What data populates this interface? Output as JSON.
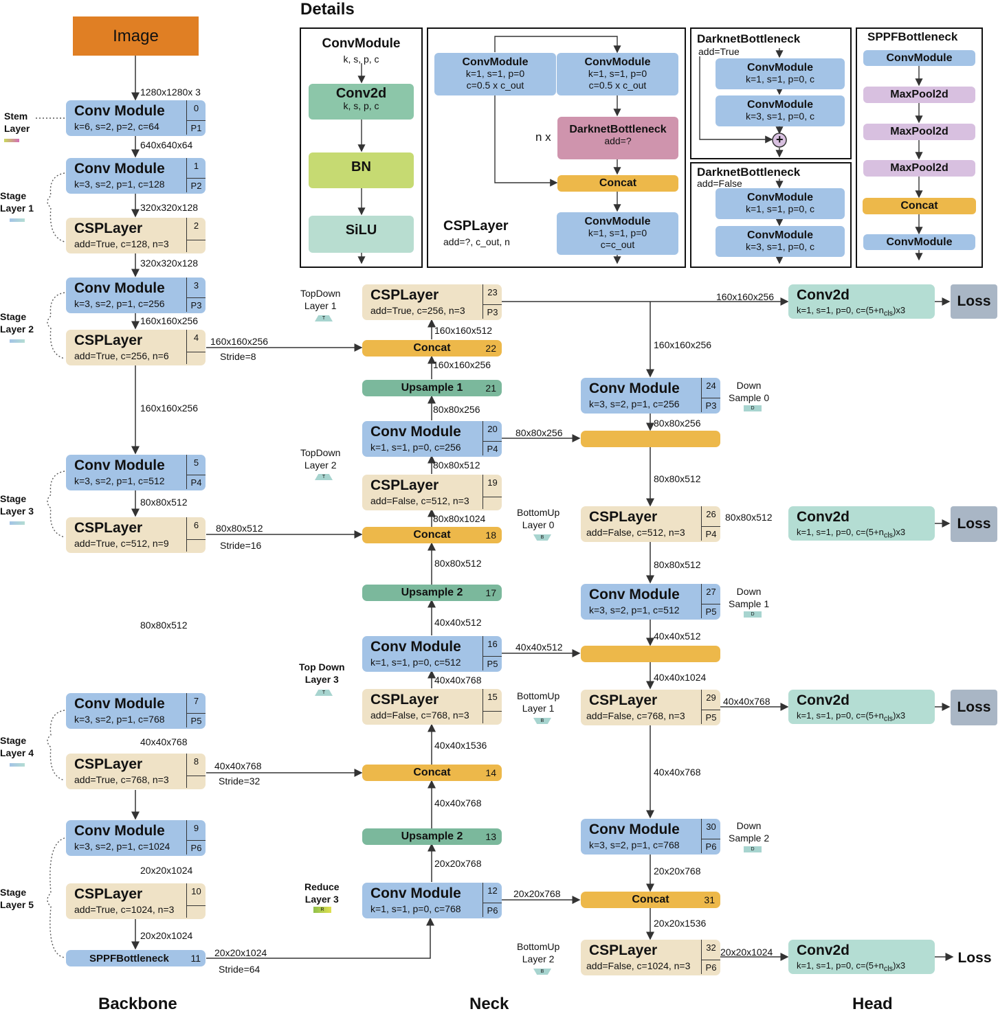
{
  "sections": {
    "backbone": "Backbone",
    "neck": "Neck",
    "head": "Head",
    "details": "Details"
  },
  "image": "Image",
  "side": {
    "stem": [
      "Stem",
      "Layer"
    ],
    "s1": [
      "Stage",
      "Layer 1"
    ],
    "s2": [
      "Stage",
      "Layer 2"
    ],
    "s3": [
      "Stage",
      "Layer 3"
    ],
    "s4": [
      "Stage",
      "Layer 4"
    ],
    "s5": [
      "Stage",
      "Layer 5"
    ]
  },
  "labels": {
    "conv": "Conv Module",
    "csp": "CSPLayer",
    "concat": "Concat",
    "conv2d": "Conv2d",
    "loss": "Loss",
    "up1": "Upsample 1",
    "up2": "Upsample 2",
    "sppf": "SPPFBottleneck"
  },
  "nodes": {
    "n0": {
      "sub": "k=6, s=2, p=2, c=64",
      "n": "0",
      "p": "P1"
    },
    "n1": {
      "sub": "k=3, s=2, p=1, c=128",
      "n": "1",
      "p": "P2"
    },
    "n2": {
      "sub": "add=True, c=128, n=3",
      "n": "2"
    },
    "n3": {
      "sub": "k=3, s=2, p=1, c=256",
      "n": "3",
      "p": "P3"
    },
    "n4": {
      "sub": "add=True, c=256, n=6",
      "n": "4"
    },
    "n5": {
      "sub": "k=3, s=2, p=1, c=512",
      "n": "5",
      "p": "P4"
    },
    "n6": {
      "sub": "add=True, c=512, n=9",
      "n": "6"
    },
    "n7": {
      "sub": "k=3, s=2, p=1, c=768",
      "n": "7",
      "p": "P5"
    },
    "n8": {
      "sub": "add=True, c=768, n=3",
      "n": "8"
    },
    "n9": {
      "sub": "k=3, s=2, p=1, c=1024",
      "n": "9",
      "p": "P6"
    },
    "n10": {
      "sub": "add=True, c=1024, n=3",
      "n": "10"
    },
    "n11": {
      "n": "11"
    },
    "n12": {
      "sub": "k=1, s=1, p=0, c=768",
      "n": "12",
      "p": "P6"
    },
    "n13": {
      "n": "13"
    },
    "n14": {
      "n": "14"
    },
    "n15": {
      "sub": "add=False, c=768, n=3",
      "n": "15"
    },
    "n16": {
      "sub": "k=1, s=1, p=0, c=512",
      "n": "16",
      "p": "P5"
    },
    "n17": {
      "n": "17"
    },
    "n18": {
      "n": "18"
    },
    "n19": {
      "sub": "add=False, c=512, n=3",
      "n": "19"
    },
    "n20": {
      "sub": "k=1, s=1, p=0, c=256",
      "n": "20",
      "p": "P4"
    },
    "n21": {
      "n": "21"
    },
    "n22": {
      "n": "22"
    },
    "n23": {
      "sub": "add=True, c=256, n=3",
      "n": "23",
      "p": "P3"
    },
    "n24": {
      "sub": "k=3, s=2, p=1, c=256",
      "n": "24",
      "p": "P3"
    },
    "n26": {
      "sub": "add=False, c=512, n=3",
      "n": "26",
      "p": "P4"
    },
    "n27": {
      "sub": "k=3, s=2, p=1, c=512",
      "n": "27",
      "p": "P5"
    },
    "n29": {
      "sub": "add=False, c=768, n=3",
      "n": "29",
      "p": "P5"
    },
    "n30": {
      "sub": "k=3, s=2, p=1, c=768",
      "n": "30",
      "p": "P6"
    },
    "n31": {
      "n": "31"
    },
    "n32": {
      "sub": "add=False, c=1024, n=3",
      "n": "32",
      "p": "P6"
    },
    "head_sub": "k=1, s=1, p=0, c=(5+n",
    "head_subscript": "cls",
    "head_tail": ")x3"
  },
  "edges": {
    "e1": "1280x1280x 3",
    "e2": "640x640x64",
    "e3": "320x320x128",
    "e4": "320x320x128",
    "e5": "160x160x256",
    "e6": "160x160x256",
    "e7": "80x80x512",
    "e8": "80x80x512",
    "e9": "40x40x768",
    "e10": "20x20x1024",
    "e11": "20x20x1024",
    "o4": "160x160x256",
    "st8": "Stride=8",
    "o6": "80x80x512",
    "st16": "Stride=16",
    "o8": "40x40x768",
    "st32": "Stride=32",
    "o11": "20x20x1024",
    "st64": "Stride=64",
    "n22a": "160x160x512",
    "n22b": "160x160x256",
    "n21a": "80x80x256",
    "n20a": "80x80x512",
    "n19a": "80x80x1024",
    "n18a": "80x80x512",
    "n17a": "40x40x512",
    "n16a": "40x40x768",
    "n15a": "40x40x1536",
    "n14a": "40x40x768",
    "n13a": "20x20x768",
    "h20": "80x80x256",
    "h16": "40x40x512",
    "h12": "20x20x768",
    "h23": "160x160x256",
    "v23": "160x160x256",
    "v24": "80x80x256",
    "v25": "80x80x512",
    "r26": "80x80x512",
    "v26": "80x80x512",
    "v27": "40x40x512",
    "v28": "40x40x1024",
    "r29": "40x40x768",
    "v29": "40x40x768",
    "v30": "20x20x768",
    "v31": "20x20x1536",
    "r32": "20x20x1024"
  },
  "neck_labels": {
    "td1": [
      "TopDown",
      "Layer 1"
    ],
    "td2": [
      "TopDown",
      "Layer 2"
    ],
    "td3": [
      "Top Down",
      "Layer 3"
    ],
    "bu0": [
      "BottomUp",
      "Layer 0"
    ],
    "bu1": [
      "BottomUp",
      "Layer 1"
    ],
    "bu2": [
      "BottomUp",
      "Layer 2"
    ],
    "ds0": [
      "Down",
      "Sample 0"
    ],
    "ds1": [
      "Down",
      "Sample 1"
    ],
    "ds2": [
      "Down",
      "Sample 2"
    ],
    "rl3": [
      "Reduce",
      "Layer 3"
    ],
    "tag_t": "T",
    "tag_b": "B",
    "tag_d": "D",
    "tag_r": "R"
  },
  "details": {
    "cm_title": "ConvModule",
    "cm_sub": "k, s,  p, c",
    "conv2d": "Conv2d",
    "conv2d_sub": "k, s,  p, c",
    "bn": "BN",
    "silu": "SiLU",
    "csp_a": [
      "ConvModule",
      "k=1, s=1, p=0",
      "c=0.5 x c_out"
    ],
    "csp_b": [
      "ConvModule",
      "k=1, s=1, p=0",
      "c=0.5 x c_out"
    ],
    "csp_dark": [
      "DarknetBottleneck",
      "add=?"
    ],
    "csp_nx": "n x",
    "csp_concat": "Concat",
    "csp_out": [
      "ConvModule",
      "k=1, s=1, p=0",
      "c=c_out"
    ],
    "csp_title": "CSPLayer",
    "csp_title_sub": "add=?, c_out, n",
    "db1_title": "DarknetBottleneck",
    "db1_sub": "add=True",
    "db1_a": [
      "ConvModule",
      "k=1, s=1, p=0, c"
    ],
    "db1_b": [
      "ConvModule",
      "k=3, s=1, p=0, c"
    ],
    "plus": "+",
    "db2_title": "DarknetBottleneck",
    "db2_sub": "add=False",
    "db2_a": [
      "ConvModule",
      "k=1, s=1, p=0, c"
    ],
    "db2_b": [
      "ConvModule",
      "k=3, s=1, p=0, c"
    ],
    "sppf_title": "SPPFBottleneck",
    "sppf_items": [
      "ConvModule",
      "MaxPool2d",
      "MaxPool2d",
      "MaxPool2d",
      "Concat",
      "ConvModule"
    ]
  },
  "colors": {
    "conv": "#a3c3e6",
    "csp": "#efe2c6",
    "concat": "#edb84a",
    "upsample": "#7bb89c",
    "conv2d": "#b4ddd3",
    "loss": "#a9b6c5",
    "image": "#e07f24",
    "darknet": "#cf94ad",
    "maxpool": "#d8c0e0",
    "bn": "#c6da72",
    "silu": "#b8ddd0",
    "conv2d_detail": "#8cc6a9"
  }
}
